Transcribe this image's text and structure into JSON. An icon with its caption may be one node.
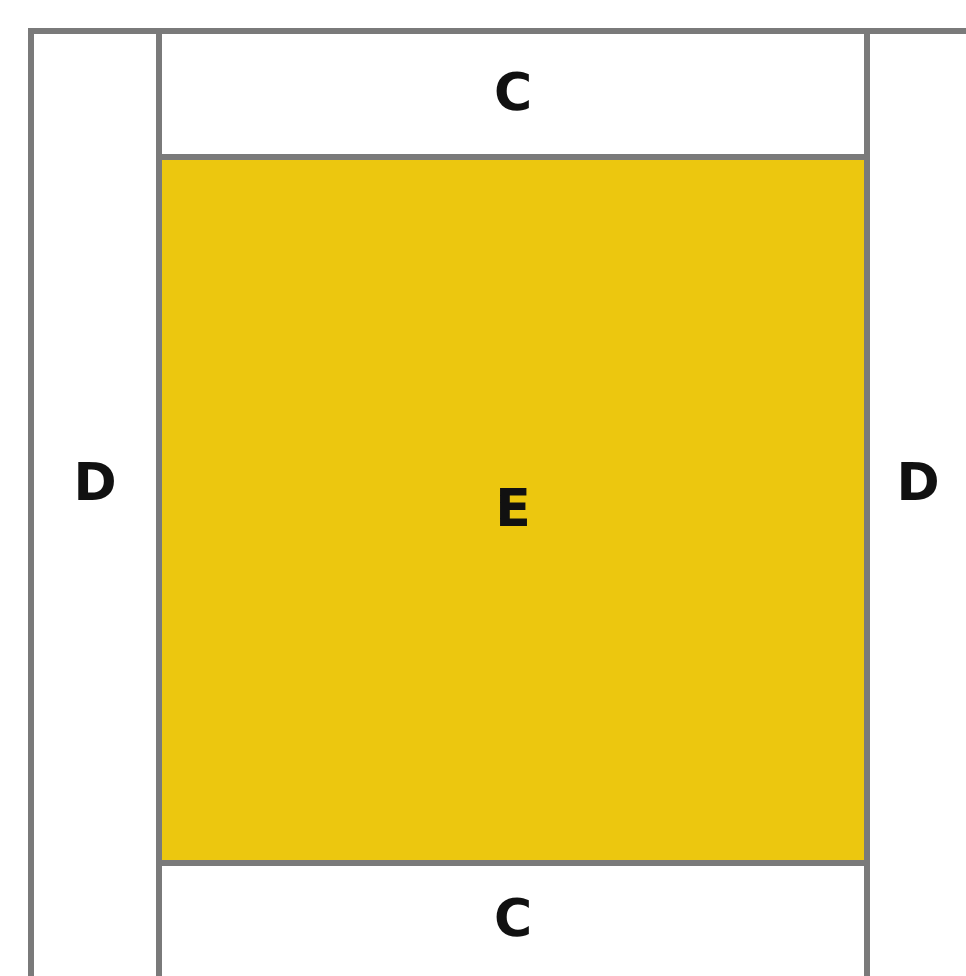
{
  "diagram": {
    "nodes": [
      {
        "text": [
          "C"
        ]
      },
      {
        "text": [
          "D"
        ]
      },
      {
        "text": [
          "E"
        ]
      },
      {
        "text": [
          "D"
        ]
      },
      {
        "text": [
          "C"
        ]
      }
    ]
  }
}
